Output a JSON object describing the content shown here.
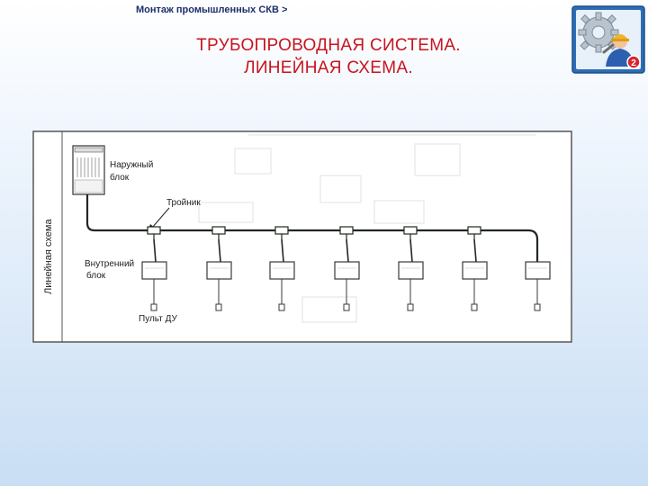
{
  "header": {
    "breadcrumb": "Монтаж промышленных СКВ >",
    "title_line1": "ТРУБОПРОВОДНАЯ СИСТЕМА.",
    "title_line2": "ЛИНЕЙНАЯ СХЕМА."
  },
  "logo": {
    "icon": "gear-engineer-icon",
    "badge": "2",
    "colors": {
      "frame": "#2c6db5",
      "gear": "#b7c3ce",
      "badge": "#d9252a"
    }
  },
  "diagram": {
    "side_label": "Линейная схема",
    "outdoor_unit_label_line1": "Наружный",
    "outdoor_unit_label_line2": "блок",
    "tee_label": "Тройник",
    "indoor_unit_label_line1": "Внутренний",
    "indoor_unit_label_line2": "блок",
    "remote_label": "Пульт ДУ",
    "indoor_unit_count": 7,
    "colors": {
      "pipe": "#202820",
      "box": "#3a3a3a",
      "frame": "#555555"
    }
  }
}
